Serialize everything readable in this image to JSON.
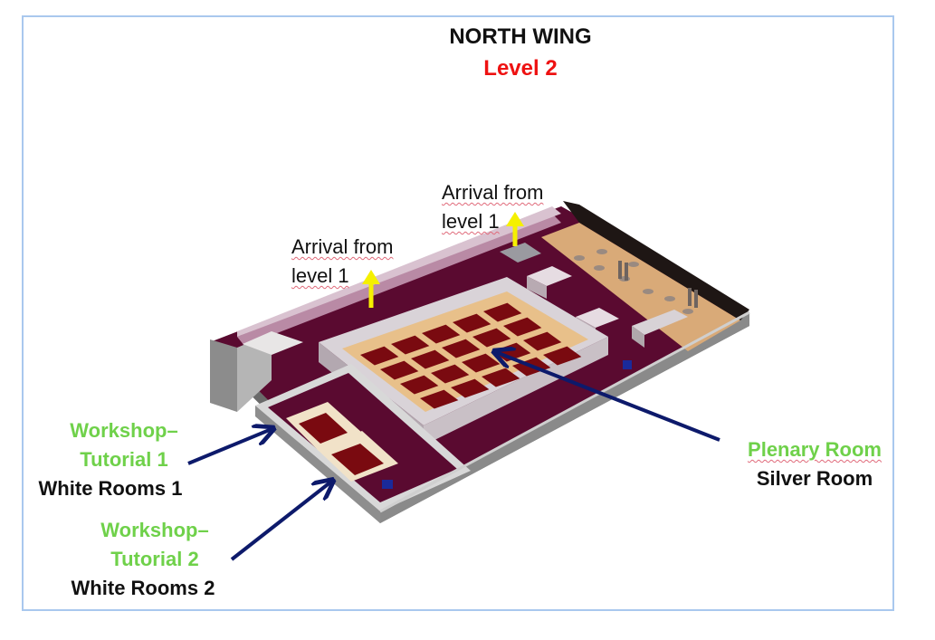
{
  "header": {
    "title": "NORTH WING",
    "subtitle": "Level 2"
  },
  "arrivals": [
    {
      "line1": "Arrival from",
      "line2": "level 1"
    },
    {
      "line1": "Arrival from",
      "line2": "level 1"
    }
  ],
  "rooms": {
    "workshop1": {
      "line1": "Workshop–",
      "line2": "Tutorial 1",
      "name": "White Rooms 1"
    },
    "workshop2": {
      "line1": "Workshop–",
      "line2": "Tutorial 2",
      "name": "White Rooms 2"
    },
    "plenary": {
      "function": "Plenary Room",
      "name": "Silver Room"
    }
  },
  "colors": {
    "frame": "#a9c8ee",
    "title": "#111111",
    "level": "#ee1111",
    "function_label": "#6fd14a",
    "pointer_arrow": "#0d1a6b",
    "arrival_arrow": "#f5f000",
    "floor": "#5a0a30",
    "seating": "#7a0a10",
    "stage_floor": "#e8c08a"
  }
}
